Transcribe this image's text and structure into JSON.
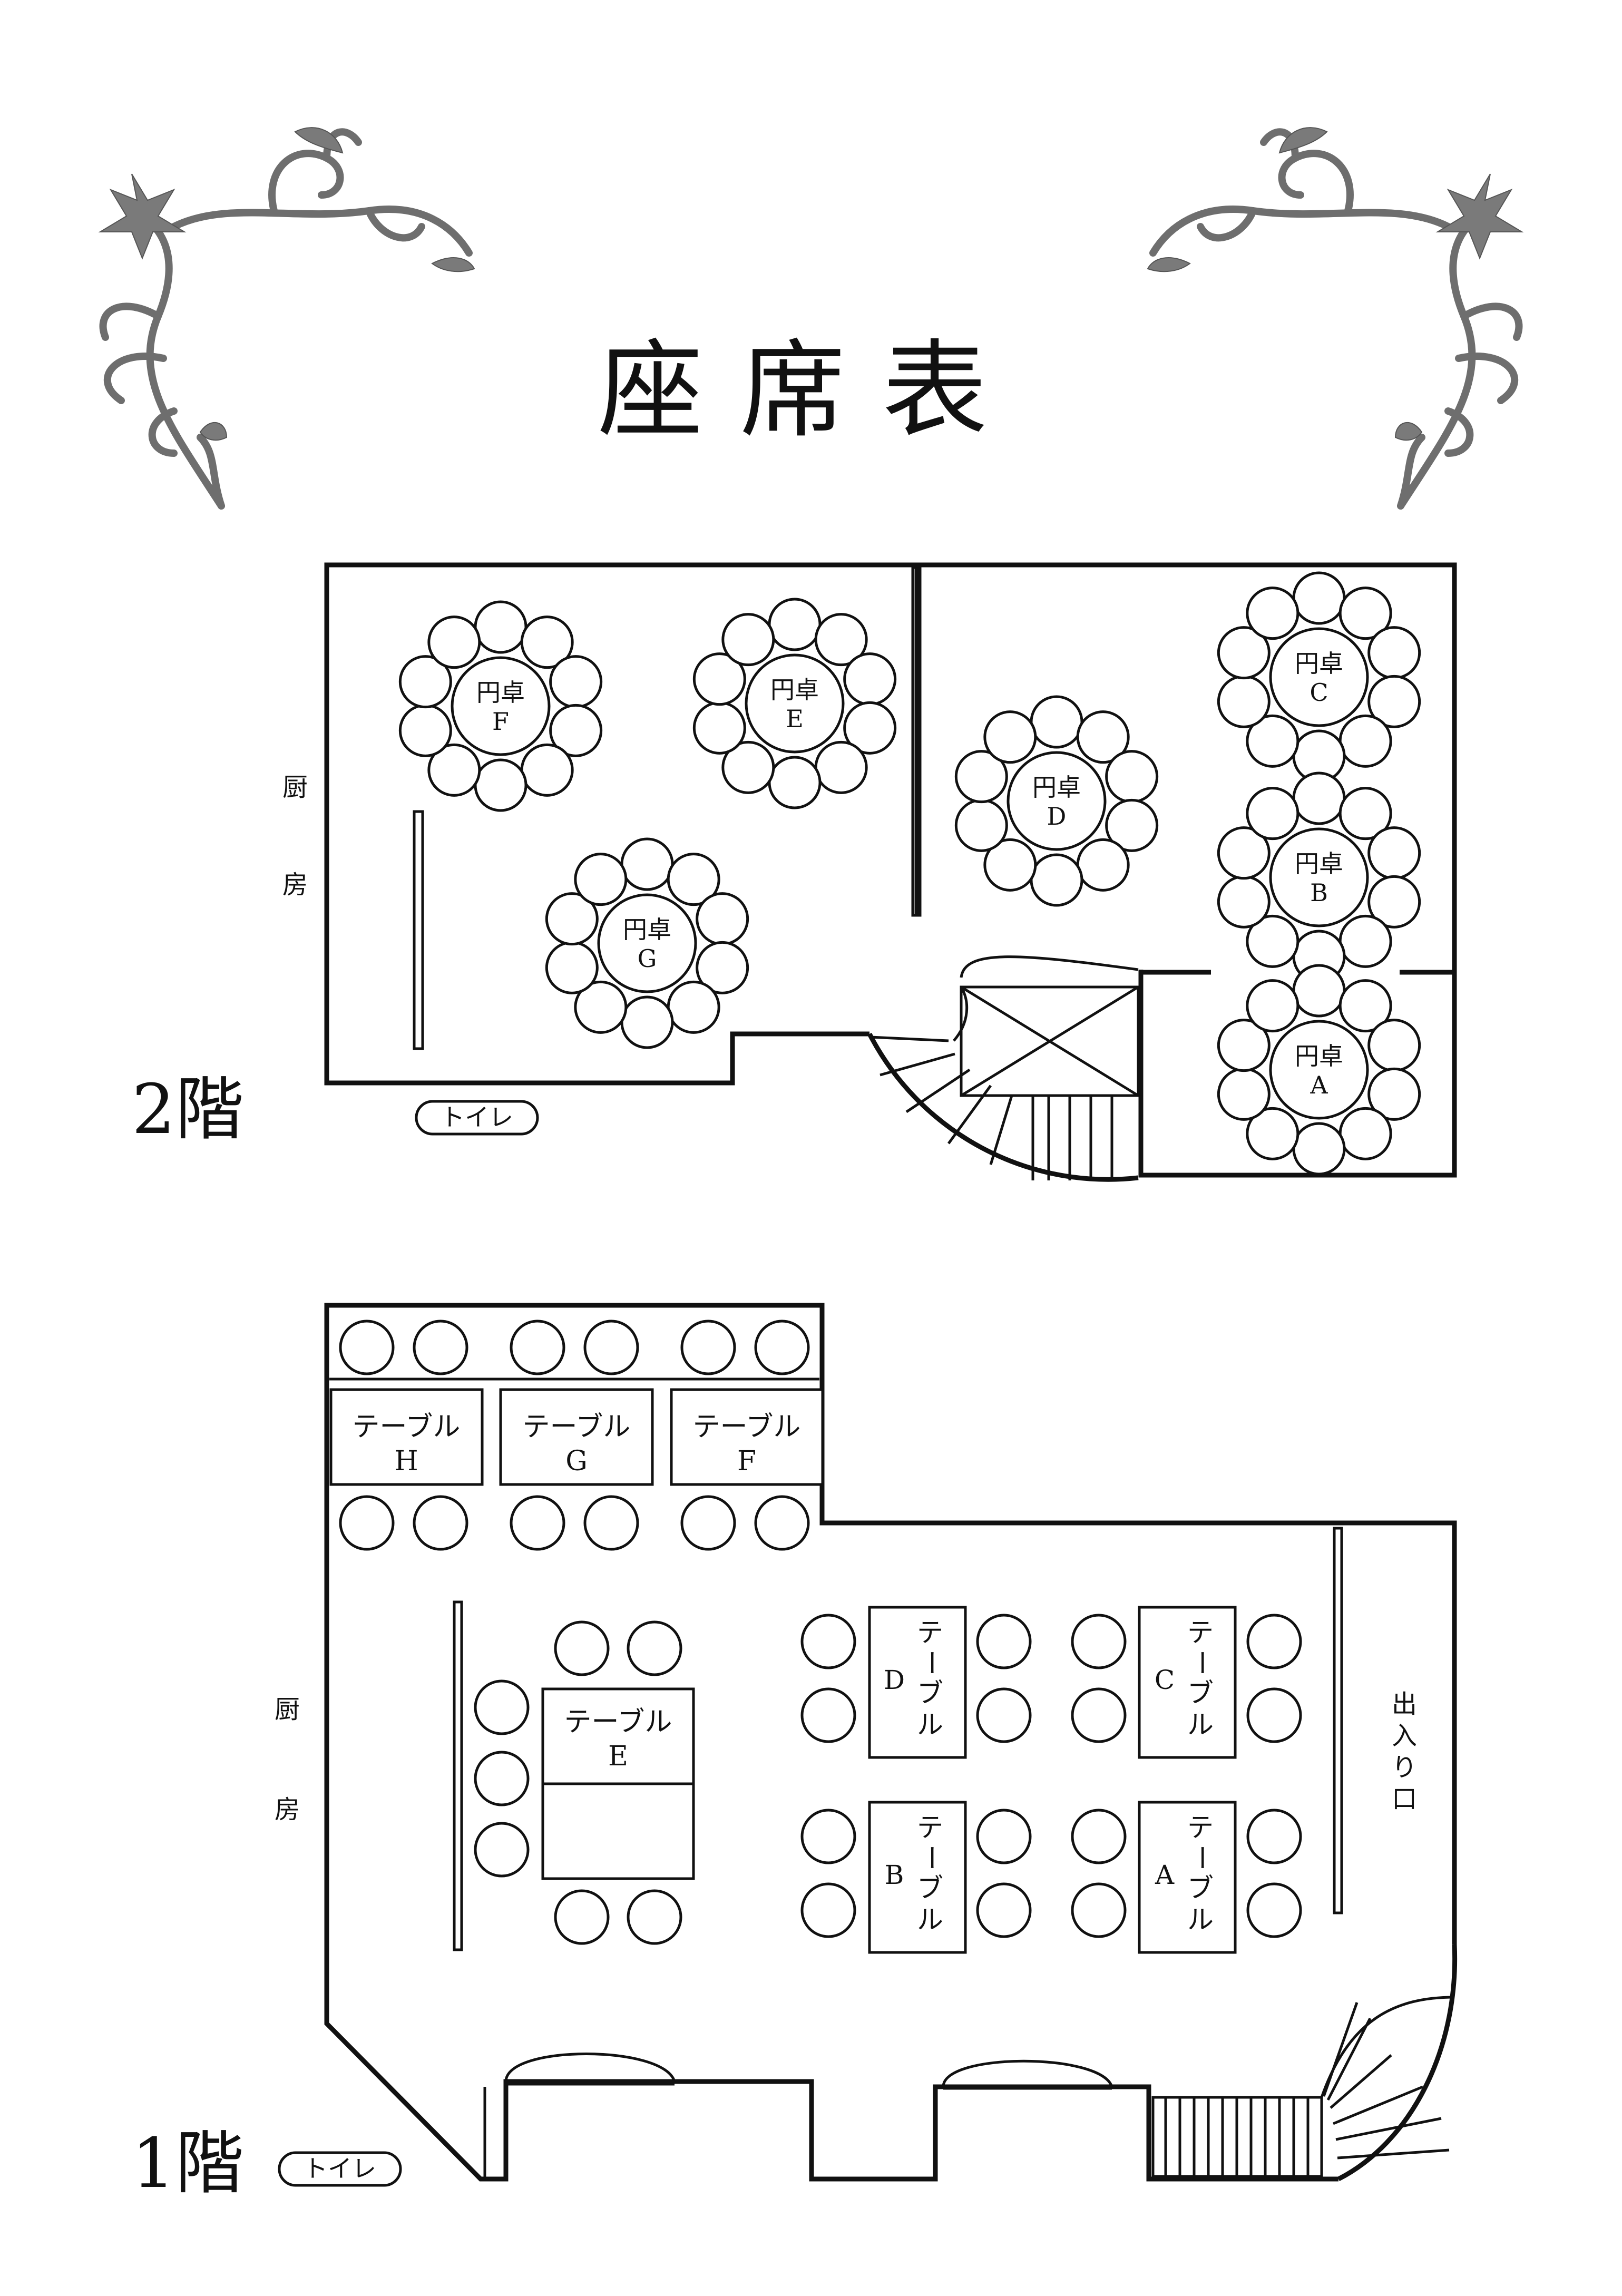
{
  "title": "座席表",
  "floor2": {
    "label": "2階",
    "kitchen_label": [
      "厨",
      "房"
    ],
    "toilet_label": "トイレ",
    "round_tables": [
      {
        "line1": "円卓",
        "line2": "F"
      },
      {
        "line1": "円卓",
        "line2": "E"
      },
      {
        "line1": "円卓",
        "line2": "D"
      },
      {
        "line1": "円卓",
        "line2": "C"
      },
      {
        "line1": "円卓",
        "line2": "B"
      },
      {
        "line1": "円卓",
        "line2": "A"
      },
      {
        "line1": "円卓",
        "line2": "G"
      }
    ]
  },
  "floor1": {
    "label": "1階",
    "kitchen_label": [
      "厨",
      "房"
    ],
    "toilet_label": "トイレ",
    "entrance_label": [
      "出",
      "入",
      "り",
      "口"
    ],
    "top_tables": [
      {
        "line1": "テーブル",
        "line2": "H"
      },
      {
        "line1": "テーブル",
        "line2": "G"
      },
      {
        "line1": "テーブル",
        "line2": "F"
      }
    ],
    "table_e": {
      "line1": "テーブル",
      "line2": "E"
    },
    "vertical_tables": [
      {
        "word": [
          "テ",
          "ー",
          "ブ",
          "ル"
        ],
        "letter": "D"
      },
      {
        "word": [
          "テ",
          "ー",
          "ブ",
          "ル"
        ],
        "letter": "C"
      },
      {
        "word": [
          "テ",
          "ー",
          "ブ",
          "ル"
        ],
        "letter": "B"
      },
      {
        "word": [
          "テ",
          "ー",
          "ブ",
          "ル"
        ],
        "letter": "A"
      }
    ]
  }
}
